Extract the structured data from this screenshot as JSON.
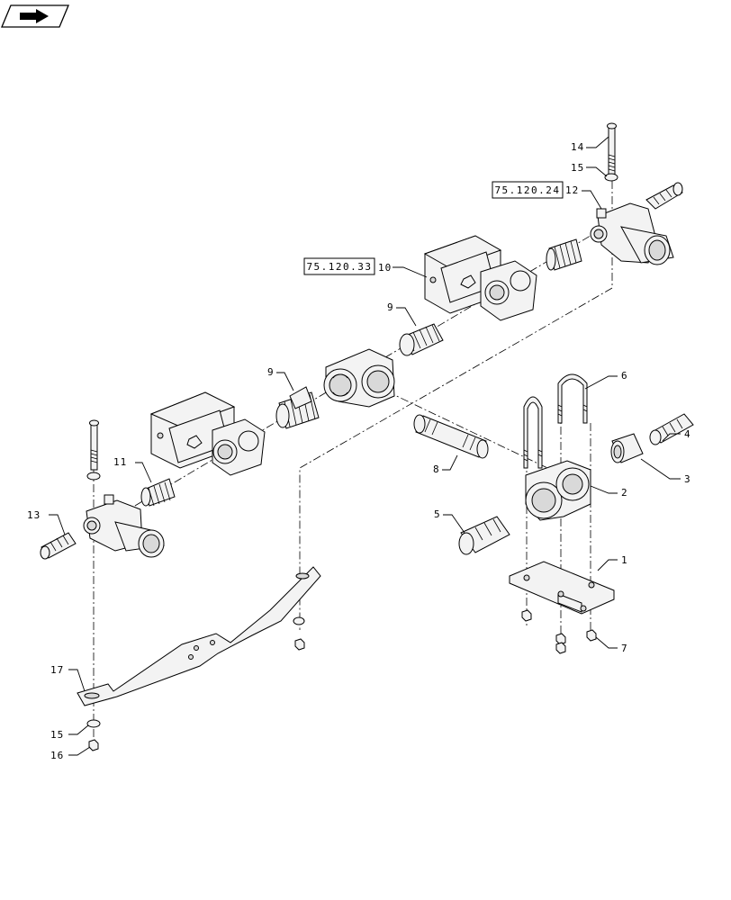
{
  "nav": {
    "icon": "page-back-arrow-icon"
  },
  "references": {
    "ref_a": "75.120.24",
    "ref_b": "75.120.33"
  },
  "callouts": {
    "c1": "1",
    "c2": "2",
    "c3": "3",
    "c4": "4",
    "c5": "5",
    "c6": "6",
    "c7": "7",
    "c8": "8",
    "c9a": "9",
    "c9b": "9",
    "c10": "10",
    "c11": "11",
    "c12": "12",
    "c13": "13",
    "c14": "14",
    "c15a": "15",
    "c15b": "15",
    "c16": "16",
    "c17": "17"
  }
}
